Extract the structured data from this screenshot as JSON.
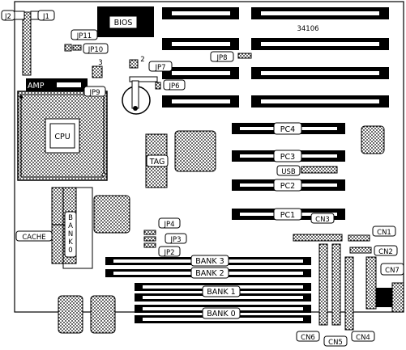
{
  "diagram": {
    "board_number": "34106",
    "labels": {
      "bios": "BIOS",
      "cpu": "CPU",
      "amp": "AMP",
      "tag": "TAG",
      "cache": "CACHE",
      "bank0_vertical": [
        "B",
        "A",
        "N",
        "K",
        "0"
      ],
      "bank0": "BANK 0",
      "bank1": "BANK 1",
      "bank2": "BANK 2",
      "bank3": "BANK 3",
      "pc1": "PC1",
      "pc2": "PC2",
      "pc3": "PC3",
      "pc4": "PC4",
      "usb": "USB",
      "jp2": "JP2",
      "jp3": "JP3",
      "jp4": "JP4",
      "jp6": "JP6",
      "jp7": "JP7",
      "jp8": "JP8",
      "jp9": "JP9",
      "jp10": "JP10",
      "jp11": "JP11",
      "j1": "J1",
      "j2": "J2",
      "cn1": "CN1",
      "cn2": "CN2",
      "cn3": "CN3",
      "cn4": "CN4",
      "cn5": "CN5",
      "cn6": "CN6",
      "cn7": "CN7",
      "pin2": "2",
      "pin3": "3"
    }
  }
}
